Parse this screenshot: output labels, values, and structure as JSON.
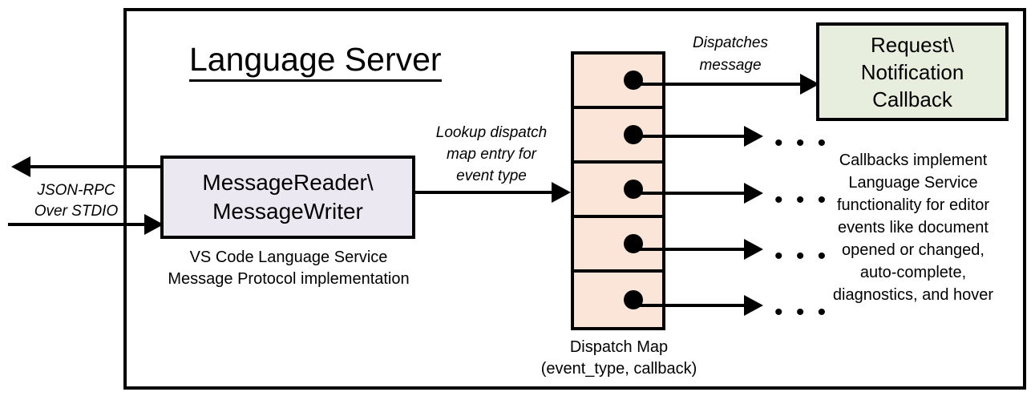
{
  "diagram": {
    "title": "Language Server",
    "frame_label": "language-server-boundary"
  },
  "io": {
    "protocol_label_line1": "JSON-RPC",
    "protocol_label_line2": "Over STDIO"
  },
  "message_io": {
    "box_line1": "MessageReader\\",
    "box_line2": "MessageWriter",
    "caption_line1": "VS Code Language Service",
    "caption_line2": "Message Protocol implementation"
  },
  "lookup": {
    "line1": "Lookup dispatch",
    "line2": "map entry for",
    "line3": "event type"
  },
  "dispatch_map": {
    "caption_line1": "Dispatch Map",
    "caption_line2": "(event_type, callback)",
    "rows": [
      {
        "id": "row-1"
      },
      {
        "id": "row-2"
      },
      {
        "id": "row-3"
      },
      {
        "id": "row-4"
      },
      {
        "id": "row-5"
      }
    ],
    "dispatch_label_line1": "Dispatches",
    "dispatch_label_line2": "message",
    "ellipsis": "• • •"
  },
  "callback": {
    "box_line1": "Request\\",
    "box_line2": "Notification",
    "box_line3": "Callback",
    "caption_line1": "Callbacks implement",
    "caption_line2": "Language Service",
    "caption_line3": "functionality for editor",
    "caption_line4": "events like document",
    "caption_line5": "opened or changed,",
    "caption_line6": "auto-complete,",
    "caption_line7": "diagnostics, and hover"
  },
  "colors": {
    "message_box_fill": "#ebe8f1",
    "dispatch_map_fill": "#fae5d8",
    "callback_box_fill": "#e7eedd",
    "stroke": "#000000",
    "background": "#ffffff"
  }
}
